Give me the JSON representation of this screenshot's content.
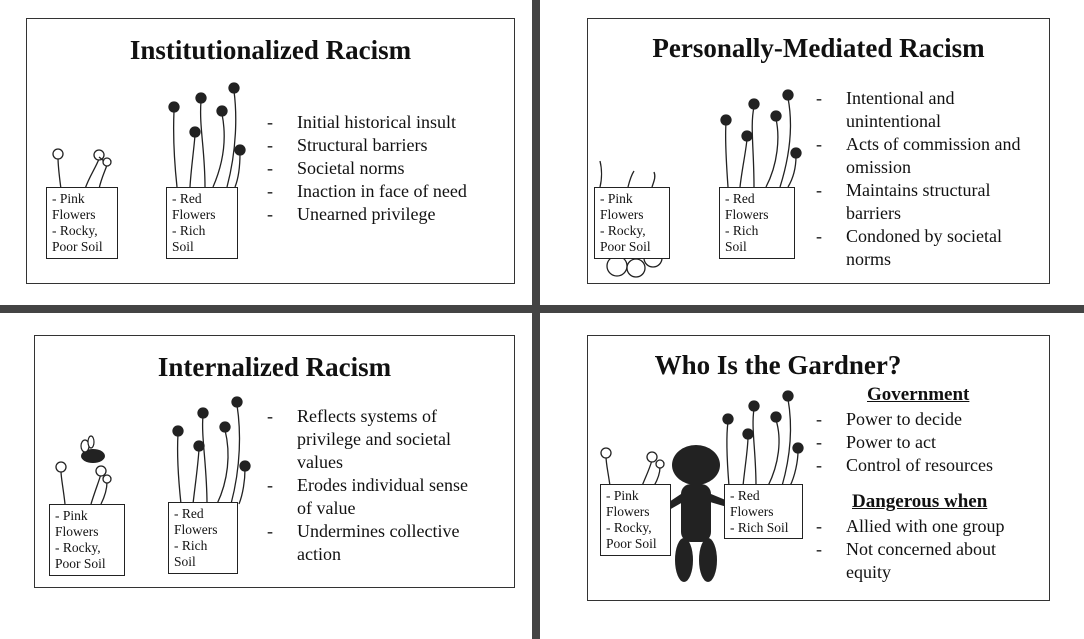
{
  "panels": {
    "institutionalized": {
      "title": "Institutionalized Racism",
      "pink_box": [
        "- Pink",
        "Flowers",
        "- Rocky,",
        "Poor Soil"
      ],
      "red_box": [
        "- Red",
        "Flowers",
        "- Rich",
        "Soil"
      ],
      "bullets": [
        "Initial historical insult",
        "Structural barriers",
        "Societal norms",
        "Inaction in face of need",
        "Unearned privilege"
      ]
    },
    "personally_mediated": {
      "title": "Personally-Mediated Racism",
      "pink_box": [
        "- Pink",
        "Flowers",
        "- Rocky,",
        "Poor Soil"
      ],
      "red_box": [
        "- Red",
        "Flowers",
        "- Rich",
        "Soil"
      ],
      "bullets": [
        "Intentional and unintentional",
        "Acts of commission and omission",
        "Maintains structural barriers",
        "Condoned by societal norms"
      ]
    },
    "internalized": {
      "title": "Internalized Racism",
      "pink_box": [
        "- Pink",
        "Flowers",
        "- Rocky,",
        "Poor Soil"
      ],
      "red_box": [
        "- Red",
        "Flowers",
        "- Rich",
        "Soil"
      ],
      "bullets": [
        "Reflects systems of privilege and societal values",
        "Erodes individual sense of value",
        "Undermines collective action"
      ]
    },
    "gardener": {
      "title": "Who Is the Gardner?",
      "pink_box": [
        "- Pink",
        "Flowers",
        "- Rocky,",
        "Poor Soil"
      ],
      "red_box": [
        "- Red",
        "Flowers",
        "- Rich Soil"
      ],
      "government_heading": "Government",
      "government_bullets": [
        "Power to decide",
        "Power to act",
        "Control of resources"
      ],
      "danger_heading": "Dangerous when",
      "danger_bullets": [
        "Allied with one group",
        "Not concerned about equity"
      ]
    }
  },
  "colors": {
    "divider": "#444444",
    "ink": "#111111"
  }
}
